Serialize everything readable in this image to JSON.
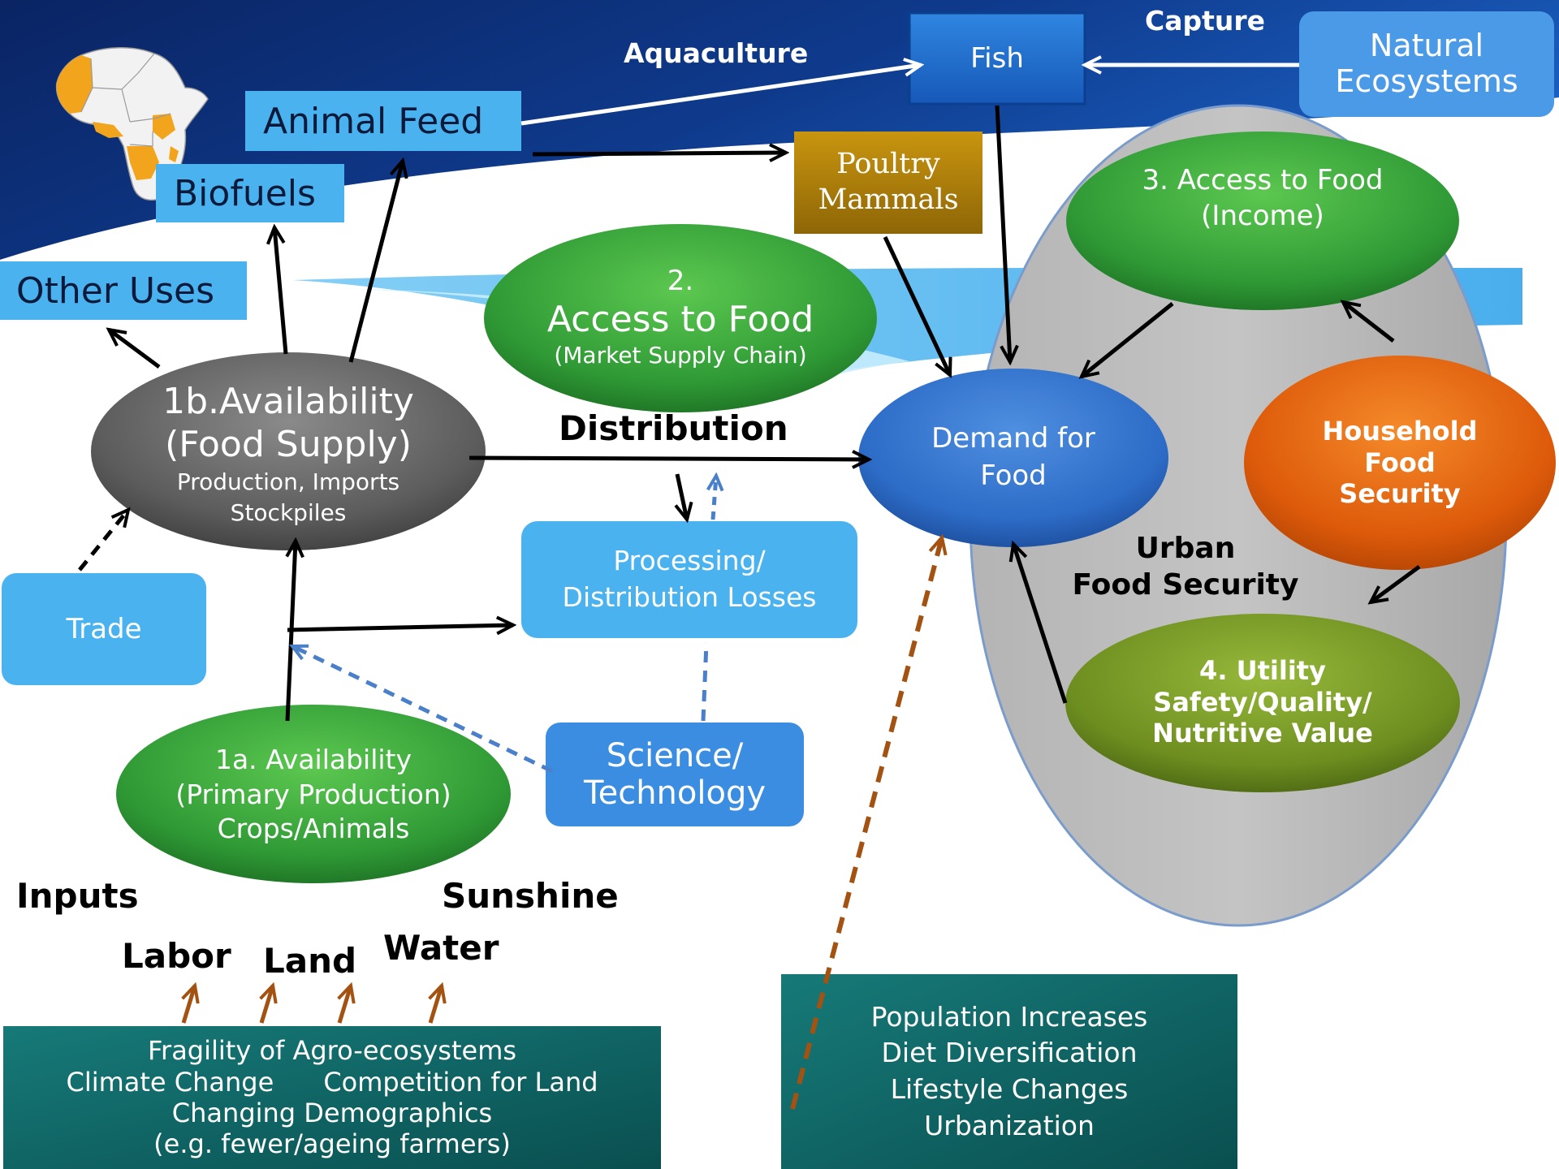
{
  "colors": {
    "banner_dark": "#0c2a6b",
    "banner_light": "#1f7fd6",
    "light_blue_box": "#4ab3ef",
    "mid_blue_box": "#3a8de0",
    "green_ellipse": "#2e9a3a",
    "olive_ellipse": "#6d8f1f",
    "gray_ellipse": "#5f5f5f",
    "blue_ellipse": "#2d6cc7",
    "orange_ellipse": "#dd5a0a",
    "teal_box": "#0f6b6b",
    "gold_box": "#a87b0a",
    "brown_arrow": "#a35212"
  },
  "top": {
    "capture": "Capture",
    "aquaculture": "Aquaculture",
    "fish": "Fish",
    "natural_ecosystems": [
      "Natural",
      "Ecosystems"
    ],
    "animal_feed": "Animal Feed",
    "biofuels": "Biofuels",
    "other_uses": "Other Uses",
    "poultry_mammals": [
      "Poultry",
      "Mammals"
    ]
  },
  "nodes": {
    "access2": {
      "number": "2.",
      "title": "Access to Food",
      "subtitle": "(Market Supply Chain)"
    },
    "access3": {
      "title": "3. Access to Food",
      "subtitle": "(Income)"
    },
    "availability1b": {
      "title": "1b.Availability",
      "title2": "(Food Supply)",
      "line3": "Production, Imports",
      "line4": "Stockpiles"
    },
    "distribution": "Distribution",
    "demand": [
      "Demand for",
      "Food"
    ],
    "household": [
      "Household",
      "Food",
      "Security"
    ],
    "urban": [
      "Urban",
      "Food Security"
    ],
    "trade": "Trade",
    "processing": [
      "Processing/",
      "Distribution Losses"
    ],
    "utility": [
      "4. Utility",
      "Safety/Quality/",
      "Nutritive Value"
    ],
    "availability1a": [
      "1a. Availability",
      "(Primary Production)",
      "Crops/Animals"
    ],
    "science": [
      "Science/",
      "Technology"
    ]
  },
  "inputs": {
    "inputs": "Inputs",
    "sunshine": "Sunshine",
    "labor": "Labor",
    "land": "Land",
    "water": "Water"
  },
  "bottom_left_box": [
    "Fragility of Agro-ecosystems",
    "Climate Change      Competition for Land",
    "Changing Demographics",
    "(e.g. fewer/ageing farmers)"
  ],
  "bottom_right_box": [
    "Population Increases",
    "Diet Diversification",
    "Lifestyle Changes",
    "Urbanization"
  ]
}
